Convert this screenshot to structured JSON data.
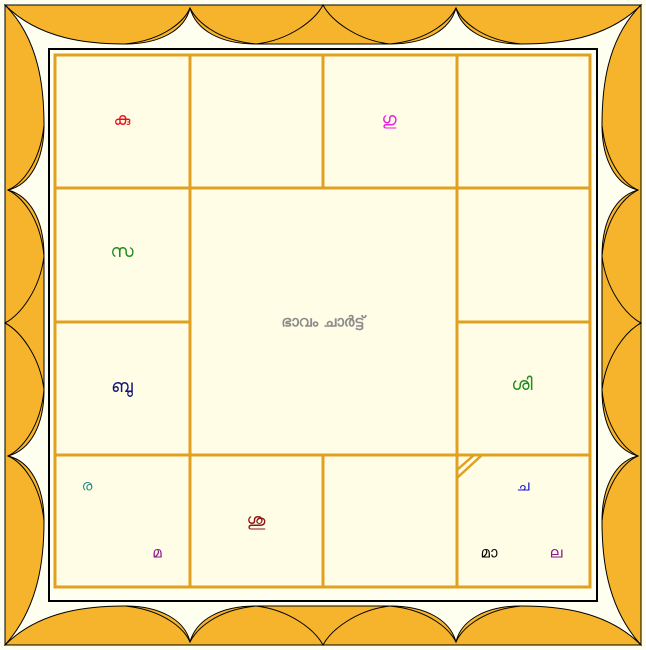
{
  "chart": {
    "center_title": "ഭാവം ചാർട്ട്",
    "colors": {
      "page": "#fffff0",
      "frame": "#f6b42c",
      "border": "#000000",
      "grid": "#e0a020",
      "cell": "#fffde6"
    },
    "houses": {
      "r0c0": [
        {
          "text": "കു",
          "color": "#e8141c"
        }
      ],
      "r0c2": [
        {
          "text": "ഗു",
          "color": "#e81ee0"
        }
      ],
      "r1c0": [
        {
          "text": "സ",
          "color": "#1e8c1e"
        }
      ],
      "r2c0": [
        {
          "text": "ബു",
          "color": "#141478"
        }
      ],
      "r2c3": [
        {
          "text": "ശി",
          "color": "#1e8c1e"
        }
      ],
      "r3c0": [
        {
          "text": "ര",
          "color": "#1e8c8c"
        },
        {
          "text": "മ",
          "color": "#8c148c"
        }
      ],
      "r3c1": [
        {
          "text": "ശു",
          "color": "#8c1414"
        }
      ],
      "r3c3": [
        {
          "text": "ച",
          "color": "#1414c8"
        },
        {
          "text": "മാ",
          "color": "#000000"
        },
        {
          "text": "ല",
          "color": "#8c148c"
        }
      ]
    }
  }
}
